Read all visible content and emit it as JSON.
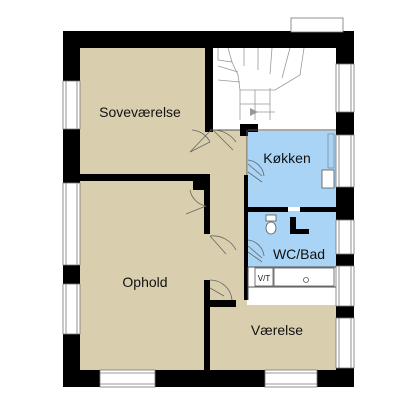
{
  "rooms": {
    "bedroom": {
      "label": "Soveværelse"
    },
    "kitchen": {
      "label": "Køkken"
    },
    "wc": {
      "label": "WC/Bad"
    },
    "living": {
      "label": "Ophold"
    },
    "room": {
      "label": "Værelse"
    }
  },
  "fixtures": {
    "vt": {
      "label": "V/T"
    }
  },
  "colors": {
    "room_fill": "#d9cfae",
    "wet_fill": "#a9d4f5",
    "wall": "#000000",
    "background": "#ffffff",
    "line": "#555555"
  }
}
